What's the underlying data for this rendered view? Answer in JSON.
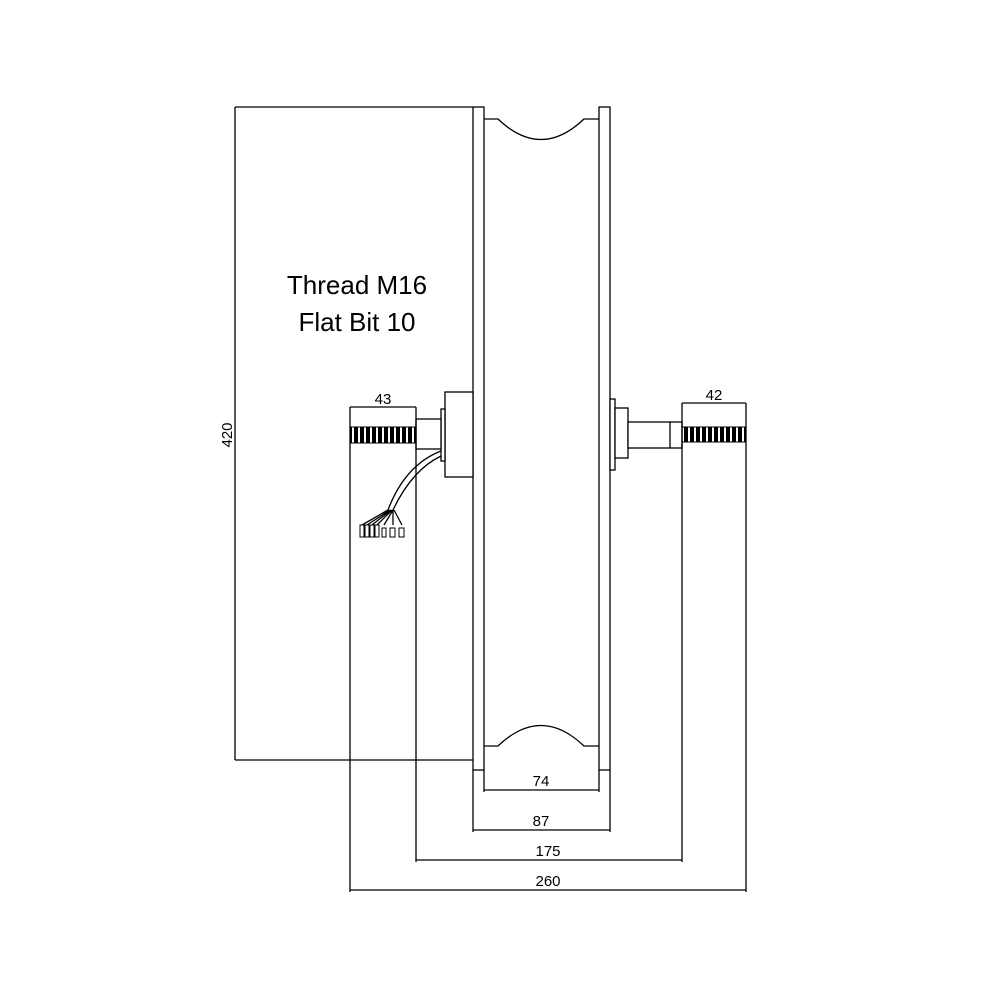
{
  "drawing": {
    "note_line1": "Thread M16",
    "note_line2": "Flat Bit 10",
    "dimensions": {
      "height": "420",
      "left_thread": "43",
      "right_thread": "42",
      "rim_inner": "74",
      "rim_outer": "87",
      "axle_between": "175",
      "total_axle": "260"
    },
    "line_color": "#000000",
    "background": "#ffffff"
  }
}
